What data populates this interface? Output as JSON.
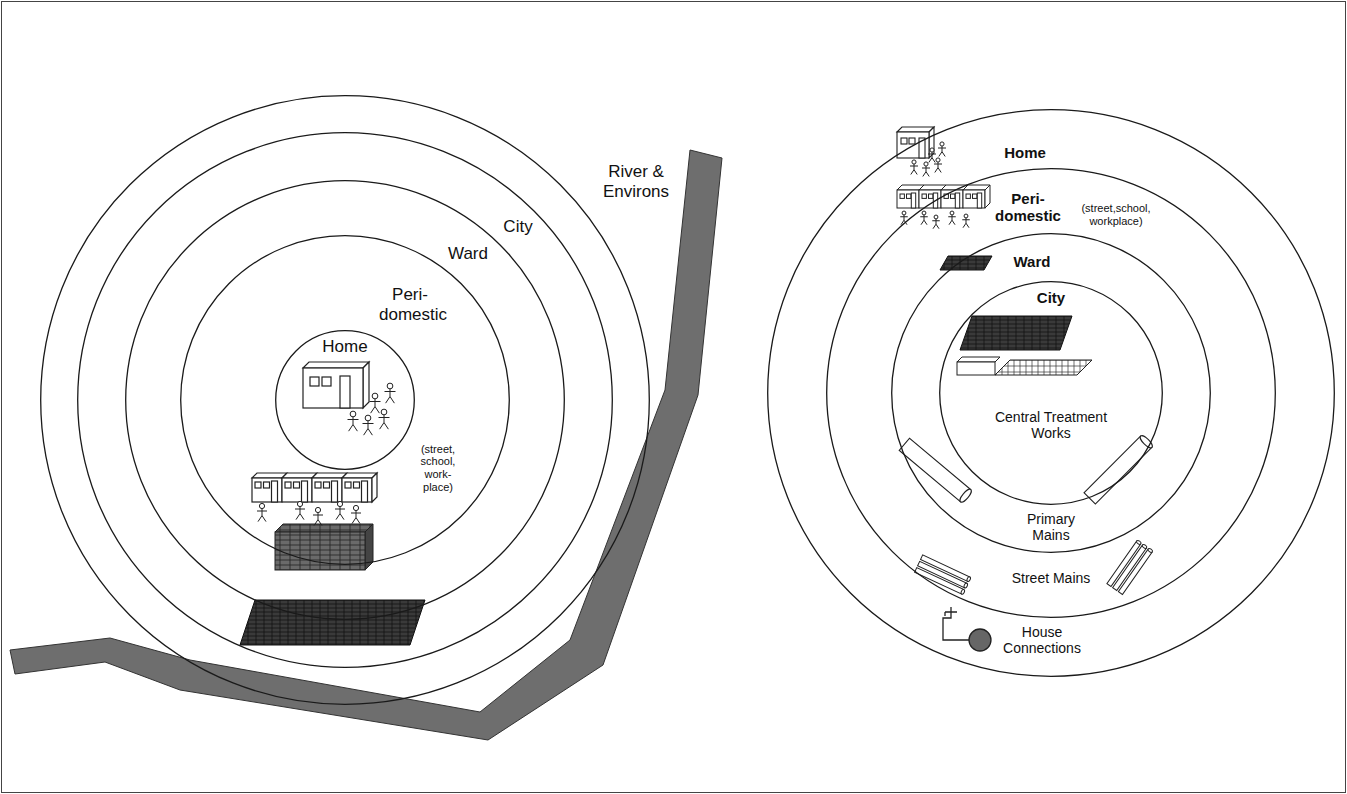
{
  "diagram": {
    "nodes": [
      {
        "text": [
          "River & Environs"
        ]
      },
      {
        "text": [
          "City"
        ],
        "in": 0
      },
      {
        "text": [
          "Ward"
        ],
        "in": 1
      },
      {
        "text": [
          "Peri-domestic",
          "(street, school, work-place)"
        ],
        "in": 2
      },
      {
        "text": [
          "Home"
        ],
        "in": 3
      },
      {
        "text": [
          "Home",
          "House Connections"
        ]
      },
      {
        "text": [
          "Peri-domestic",
          "(street,school, workplace)",
          "Street Mains"
        ],
        "in": 5
      },
      {
        "text": [
          "Ward",
          "Primary Mains"
        ],
        "in": 6
      },
      {
        "text": [
          "City",
          "Central Treatment Works"
        ],
        "in": 7
      }
    ]
  }
}
